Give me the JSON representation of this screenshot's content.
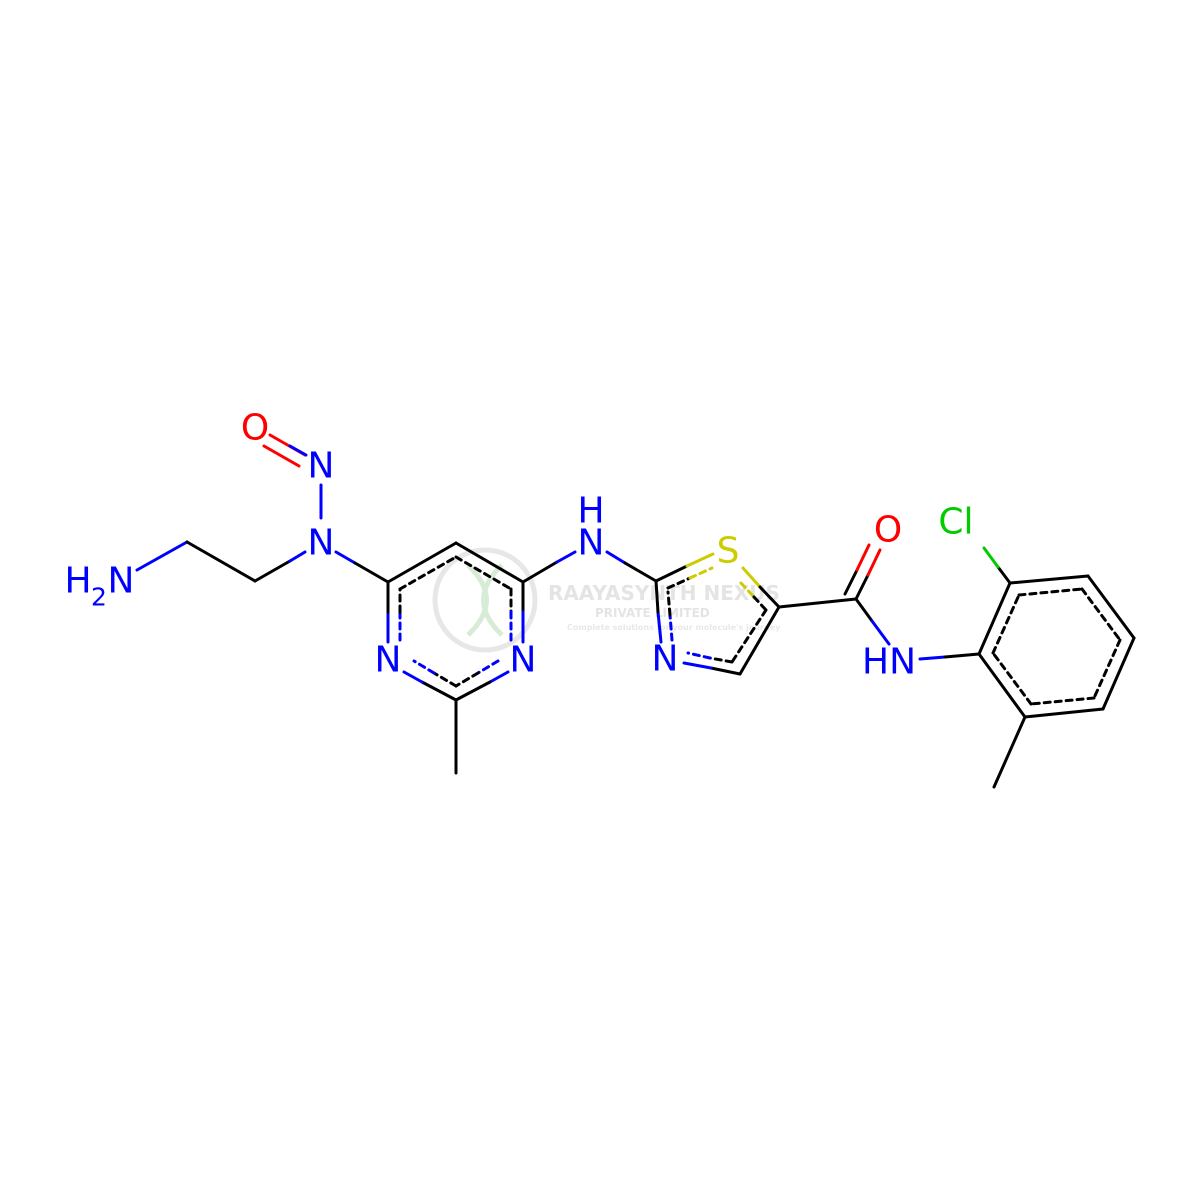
{
  "colors": {
    "bond": "#000000",
    "nitrogen": "#0000ff",
    "oxygen": "#ff0000",
    "sulfur": "#cccc00",
    "chlorine": "#00cc00",
    "watermark": "#c9c9c9"
  },
  "atoms": {
    "oxygen_nitroso": "O",
    "nitrogen_nitroso": "N",
    "nitrogen_amine_tertiary": "N",
    "amine_h": "H",
    "amine_2": "2",
    "amine_n": "N",
    "nh_linker_h": "H",
    "nh_linker_n": "N",
    "pyrimidine_n_left": "N",
    "pyrimidine_n_right": "N",
    "thiazole_s": "S",
    "thiazole_n": "N",
    "amide_o": "O",
    "amide_nh": "HN",
    "chlorine": "Cl"
  },
  "watermark": {
    "name": "RAAYASYNTH NEXUS",
    "subtitle": "PRIVATE LIMITED",
    "tagline": "Complete solutions for your molecule's journey"
  }
}
